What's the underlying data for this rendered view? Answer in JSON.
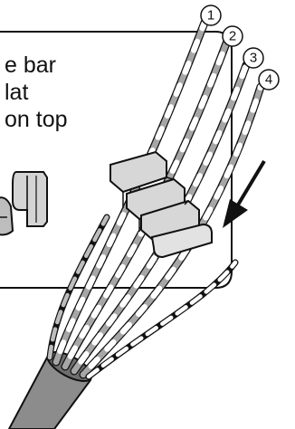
{
  "callout": {
    "lines": [
      "e bar",
      "lat",
      "on top"
    ]
  },
  "pair_labels": [
    "1",
    "2",
    "3",
    "4"
  ],
  "icons": {
    "arrow": "insertion-direction-arrow-icon",
    "clip": "cable-load-bar-icon"
  },
  "colors": {
    "background": "#ffffff",
    "outline": "#111111",
    "jacket": "#8c8c8c",
    "wire_gray": "#a6a6a6",
    "wire_white": "#ffffff",
    "clip": "#d7d7d7"
  }
}
